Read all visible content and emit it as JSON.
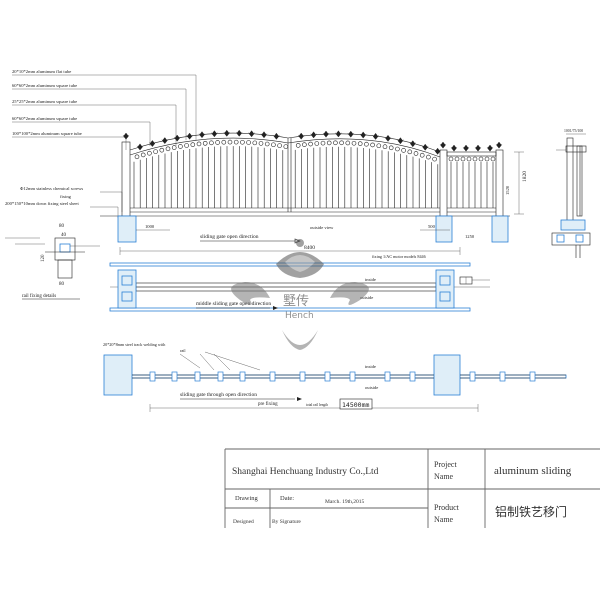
{
  "callouts": {
    "flat_tube": "20*10*2mm aluminum flat tube",
    "square_60": "60*60*2mm aluminum square tube",
    "square_25": "25*25*2mm aluminum square tube",
    "square_60b": "60*60*2mm aluminum square tube",
    "square_100": "100*100*2mm aluminum square tube",
    "chemical_screw": "Φ12mm stainless chemical screws",
    "fixing": "fixing",
    "fixing_sheet": "200*150*10mm down fixing steel sheet"
  },
  "elevation": {
    "outside_view": "outside view",
    "open_direction": "sliding gate open direction",
    "dim_left": "1000",
    "dim_mid": "500",
    "dim_right": "1250",
    "height_a": "1820",
    "height_b": "1520",
    "side_top": "1001/75/100"
  },
  "rail_detail": {
    "label": "rail fixing details",
    "dims": [
      "80",
      "40",
      "80",
      "120"
    ]
  },
  "plan1": {
    "overall": "8400",
    "motor": "fixing 1/AC motor models 8446",
    "inside": "inside",
    "outside": "outside",
    "label": "middle sliding gate open direction"
  },
  "plan2": {
    "rail_note": "20*20*8mm steel track welding with",
    "rail": "rail",
    "inside": "inside",
    "outside": "outside",
    "label": "sliding gate through open direction",
    "pre_fixing": "pre fixing",
    "total_length": "total rail length",
    "length": "14500mm"
  },
  "watermark": {
    "cn": "墅传",
    "en": "Hench"
  },
  "title_block": {
    "company": "Shanghai Henchuang Industry Co.,Ltd",
    "project_label_1": "Project",
    "project_label_2": "Name",
    "project_name": "aluminum sliding",
    "drawing": "Drawing",
    "date_label": "Date:",
    "date": "March. 19th,2015",
    "product_label_1": "Product",
    "product_label_2": "Name",
    "product_name": "铝制铁艺移门",
    "designed": "Designed",
    "by_signature": "By Signature"
  }
}
